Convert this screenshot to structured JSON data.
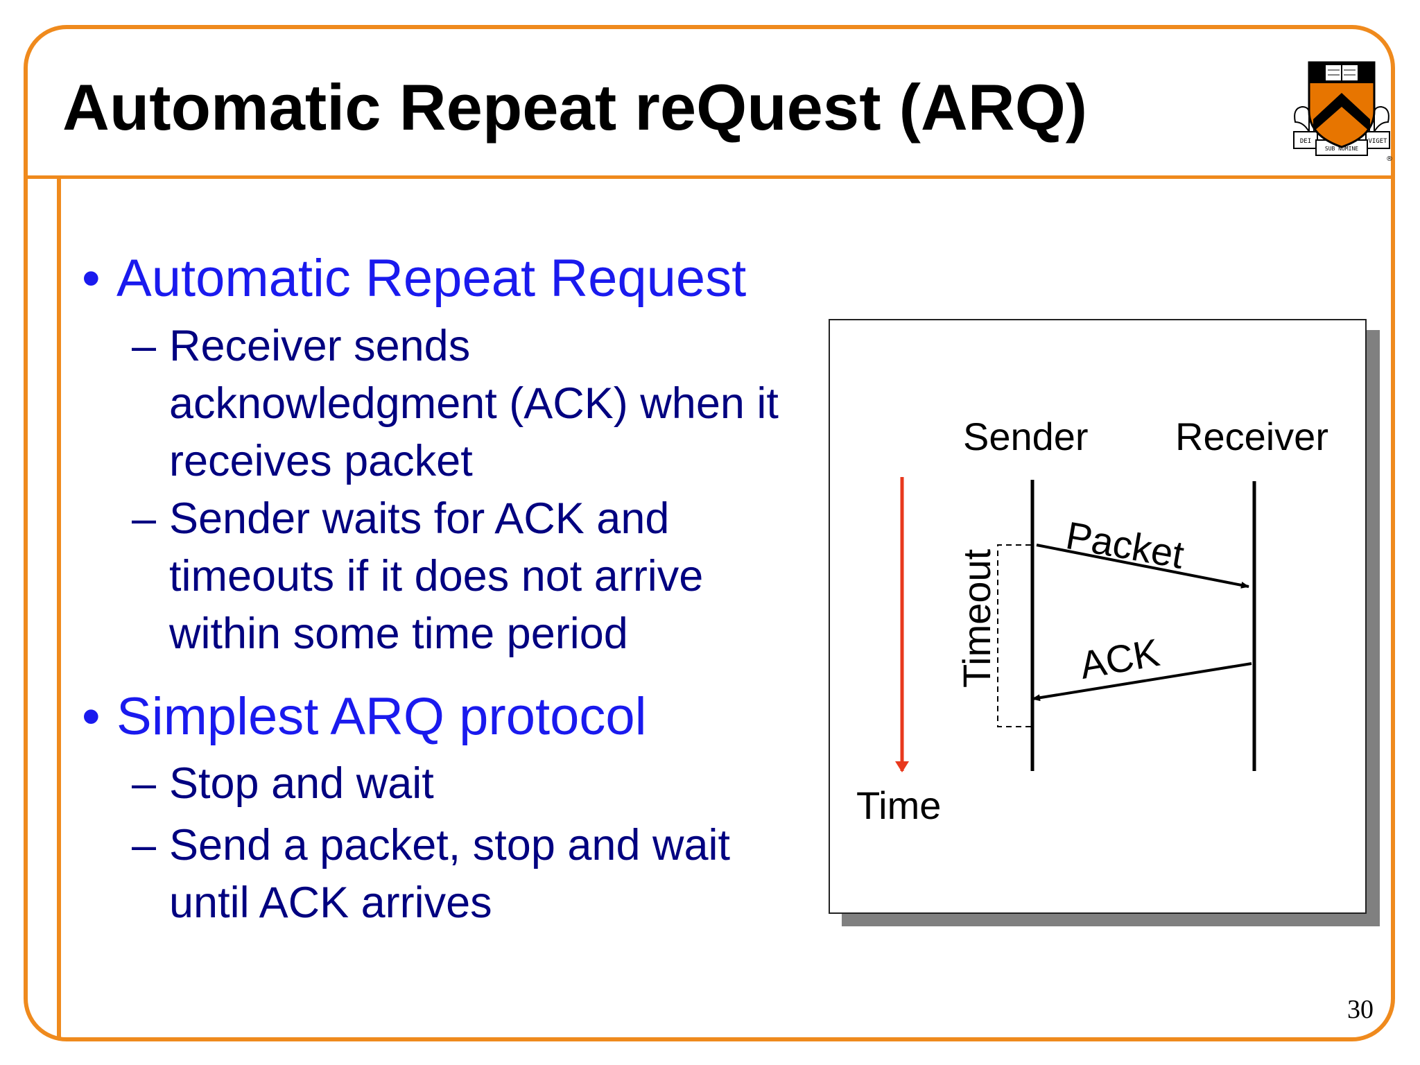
{
  "slide": {
    "title": "Automatic Repeat reQuest (ARQ)",
    "page_number": "30"
  },
  "bullets": [
    {
      "heading": "Automatic Repeat Request",
      "subs": [
        "Receiver sends acknowledgment (ACK) when it receives packet",
        "Sender waits for ACK and timeouts if it does not arrive within some time period"
      ]
    },
    {
      "heading": "Simplest ARQ protocol",
      "subs": [
        "Stop and wait",
        "Send a packet, stop and wait until ACK arrives"
      ]
    }
  ],
  "diagram": {
    "sender_label": "Sender",
    "receiver_label": "Receiver",
    "packet_label": "Packet",
    "ack_label": "ACK",
    "timeout_label": "Timeout",
    "time_label": "Time"
  },
  "logo": {
    "motto_left": "DEI",
    "motto_center": "SUB NUMINE",
    "motto_right": "VIGET",
    "colors": {
      "shield": "#e77500",
      "chevron": "#000000"
    }
  },
  "colors": {
    "frame": "#ef8a1d",
    "bullet_heading": "#1a1aee",
    "sub_text": "#000080",
    "time_arrow": "#e8391d"
  }
}
